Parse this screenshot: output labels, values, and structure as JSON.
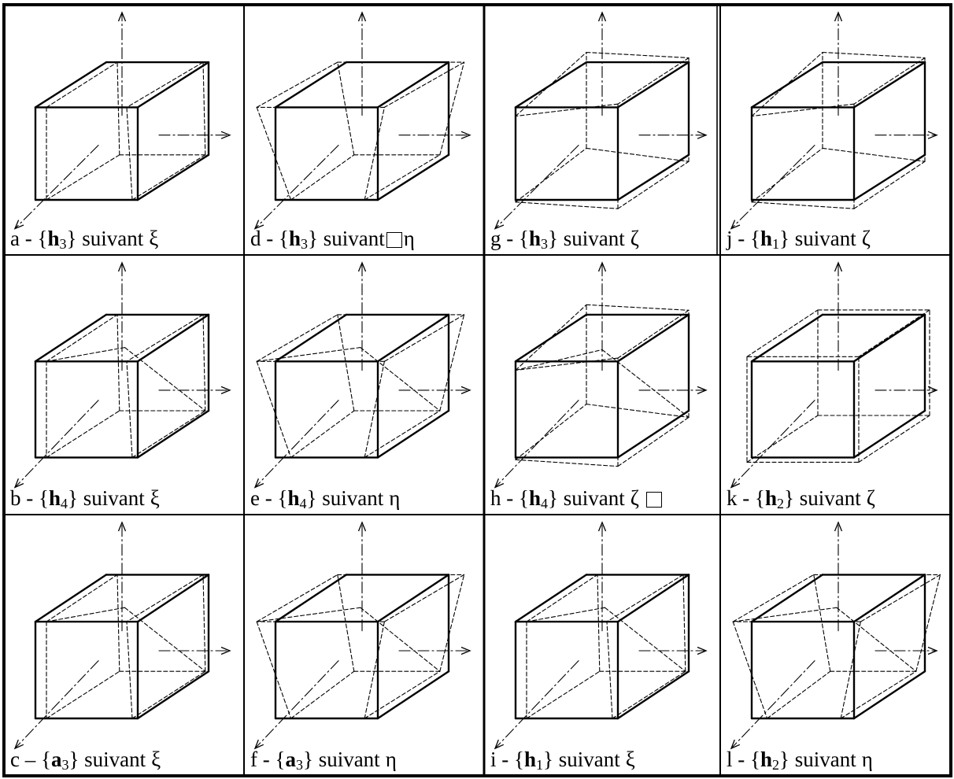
{
  "figure": {
    "panels": [
      {
        "id": "a",
        "dash": "-",
        "vec": "h",
        "sub": "3",
        "word": "suivant",
        "dir": "ξ",
        "variant": "xi",
        "pre": "",
        "post": "",
        "bs": 0
      },
      {
        "id": "d",
        "dash": "-",
        "vec": "h",
        "sub": "3",
        "word": "suivant",
        "dir": "η",
        "variant": "eta",
        "pre": "□",
        "post": "",
        "bs": 0
      },
      {
        "id": "g",
        "dash": "-",
        "vec": "h",
        "sub": "3",
        "word": "suivant",
        "dir": "ζ",
        "variant": "zeta",
        "pre": "",
        "post": "",
        "bs": 0
      },
      {
        "id": "j",
        "dash": "-",
        "vec": "h",
        "sub": "1",
        "word": "suivant",
        "dir": "ζ",
        "variant": "zeta",
        "pre": "",
        "post": "",
        "bs": 0
      },
      {
        "id": "b",
        "dash": "-",
        "vec": "h",
        "sub": "4",
        "word": "suivant",
        "dir": "ξ",
        "variant": "xi",
        "pre": "",
        "post": "",
        "bs": 1
      },
      {
        "id": "e",
        "dash": "-",
        "vec": "h",
        "sub": "4",
        "word": "suivant",
        "dir": "η",
        "variant": "eta",
        "pre": "",
        "post": "",
        "bs": 1
      },
      {
        "id": "h",
        "dash": "-",
        "vec": "h",
        "sub": "4",
        "word": "suivant",
        "dir": "ζ",
        "variant": "zeta",
        "pre": "",
        "post": "□",
        "bs": 1
      },
      {
        "id": "k",
        "dash": "-",
        "vec": "h",
        "sub": "2",
        "word": "suivant",
        "dir": "ζ",
        "variant": "uniform",
        "pre": "",
        "post": "",
        "bs": 0
      },
      {
        "id": "c",
        "dash": "–",
        "vec": "a",
        "sub": "3",
        "word": "suivant",
        "dir": "ξ",
        "variant": "xi",
        "pre": "",
        "post": "",
        "bs": 1
      },
      {
        "id": "f",
        "dash": "-",
        "vec": "a",
        "sub": "3",
        "word": "suivant",
        "dir": "η",
        "variant": "eta",
        "pre": "",
        "post": "",
        "bs": 1
      },
      {
        "id": "i",
        "dash": "-",
        "vec": "h",
        "sub": "1",
        "word": "suivant",
        "dir": "ξ",
        "variant": "xi",
        "pre": "",
        "post": "",
        "bs": 1
      },
      {
        "id": "l",
        "dash": "-",
        "vec": "h",
        "sub": "2",
        "word": "suivant",
        "dir": "η",
        "variant": "eta",
        "pre": "",
        "post": "",
        "bs": 1
      }
    ]
  }
}
